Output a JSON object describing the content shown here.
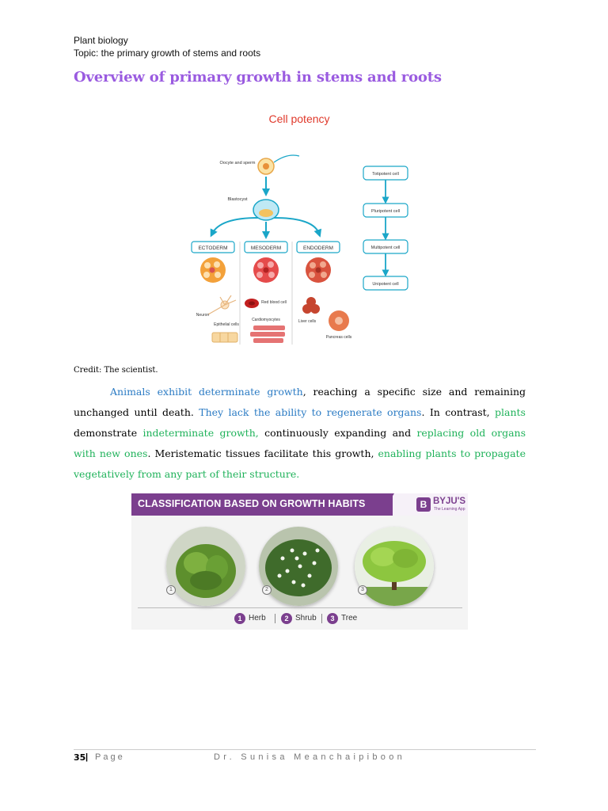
{
  "header": {
    "line1": "Plant biology",
    "line2": "Topic: the primary growth of stems and roots"
  },
  "title": "Overview of primary growth in stems and roots",
  "figure1": {
    "heading": "Cell potency",
    "labels": {
      "oocyte": "Oocyte and sperm",
      "blastocyst": "Blastocyst",
      "ectoderm": "ECTODERM",
      "mesoderm": "MESODERM",
      "endoderm": "ENDODERM",
      "neuron": "Neuron",
      "epithelial": "Epithelial cells",
      "rbc": "Red blood cell",
      "cardio": "Cardiomyocytes",
      "liver": "Liver cells",
      "pancreas": "Pancreas cells",
      "totipotent": "Totipotent cell",
      "pluripotent": "Pluripotent cell",
      "multipotent": "Multipotent cell",
      "unipotent": "Unipotent cell"
    },
    "colors": {
      "arrow": "#1aa6c8",
      "heading": "#e0392b",
      "box": "#1aa6c8"
    }
  },
  "credit": "Credit:  The scientist.",
  "paragraph": {
    "s1_blue": "Animals exhibit determinate growth",
    "s1_rest": ", reaching a specific size and remaining unchanged until death. ",
    "s2_blue": "They lack the ability to regenerate organs",
    "s2_rest": ". In contrast, ",
    "s3_green": "plants",
    "s3_rest": " demonstrate ",
    "s4_green": "indeterminate growth,",
    "s4_rest": " continuously expanding and ",
    "s5_green": "replacing old organs with new ones",
    "s5_rest": ". Meristematic tissues facilitate this growth, ",
    "s6_green": "enabling plants to propagate vegetatively from any part of their structure."
  },
  "figure2": {
    "title": "CLASSIFICATION BASED ON GROWTH HABITS",
    "brand": "BYJU'S",
    "brand_logo": "B",
    "brand_tagline": "The Learning App",
    "numbers": [
      "1",
      "2",
      "3"
    ],
    "legend": [
      {
        "num": "1",
        "label": "Herb"
      },
      {
        "num": "2",
        "label": "Shrub"
      },
      {
        "num": "3",
        "label": "Tree"
      }
    ],
    "colors": {
      "band": "#7b3f8e"
    }
  },
  "footer": {
    "page_number": "35",
    "separator": "|",
    "page_label": "Page",
    "author": "Dr. Sunisa Meanchaipiboon"
  }
}
